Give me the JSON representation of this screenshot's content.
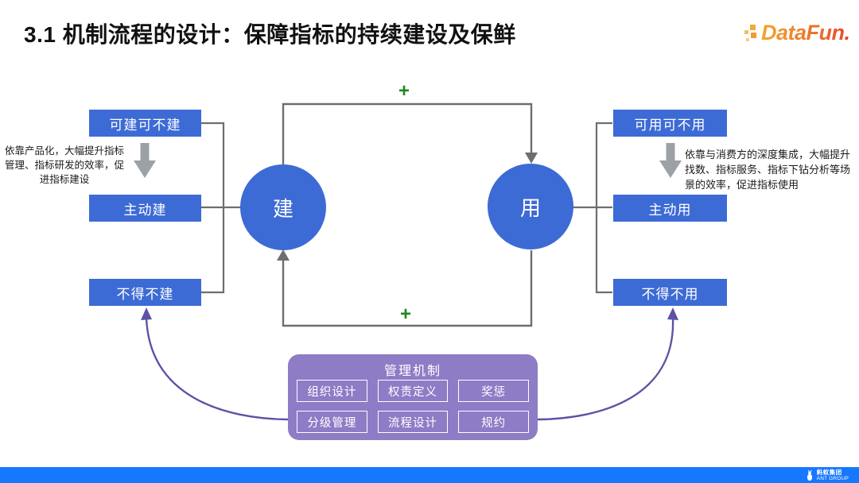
{
  "header": {
    "title": "3.1 机制流程的设计：保障指标的持续建设及保鲜",
    "logo_text": "DataFun."
  },
  "diagram": {
    "left": {
      "boxes": [
        "可建可不建",
        "主动建",
        "不得不建"
      ],
      "annotation": "依靠产品化，大幅提升指标管理、指标研发的效率，促进指标建设"
    },
    "right": {
      "boxes": [
        "可用可不用",
        "主动用",
        "不得不用"
      ],
      "annotation": "依靠与消费方的深度集成，大幅提升找数、指标服务、指标下钻分析等场景的效率，促进指标使用"
    },
    "circles": {
      "build": "建",
      "use": "用"
    },
    "plus_top": "+",
    "plus_bottom": "+",
    "management": {
      "title": "管理机制",
      "items": [
        "组织设计",
        "权责定义",
        "奖惩",
        "分级管理",
        "流程设计",
        "规约"
      ]
    },
    "colors": {
      "box_blue": "#3D6BD5",
      "panel_purple": "#8E7CC6",
      "arrow_purple": "#5F51A4",
      "line_gray": "#6E6E6E",
      "thick_arrow_gray": "#9DA0A5",
      "plus_green": "#1D8A1D",
      "footer_blue": "#1677FF"
    }
  },
  "footer": {
    "brand_cn": "蚂蚁集团",
    "brand_en": "ANT GROUP"
  }
}
